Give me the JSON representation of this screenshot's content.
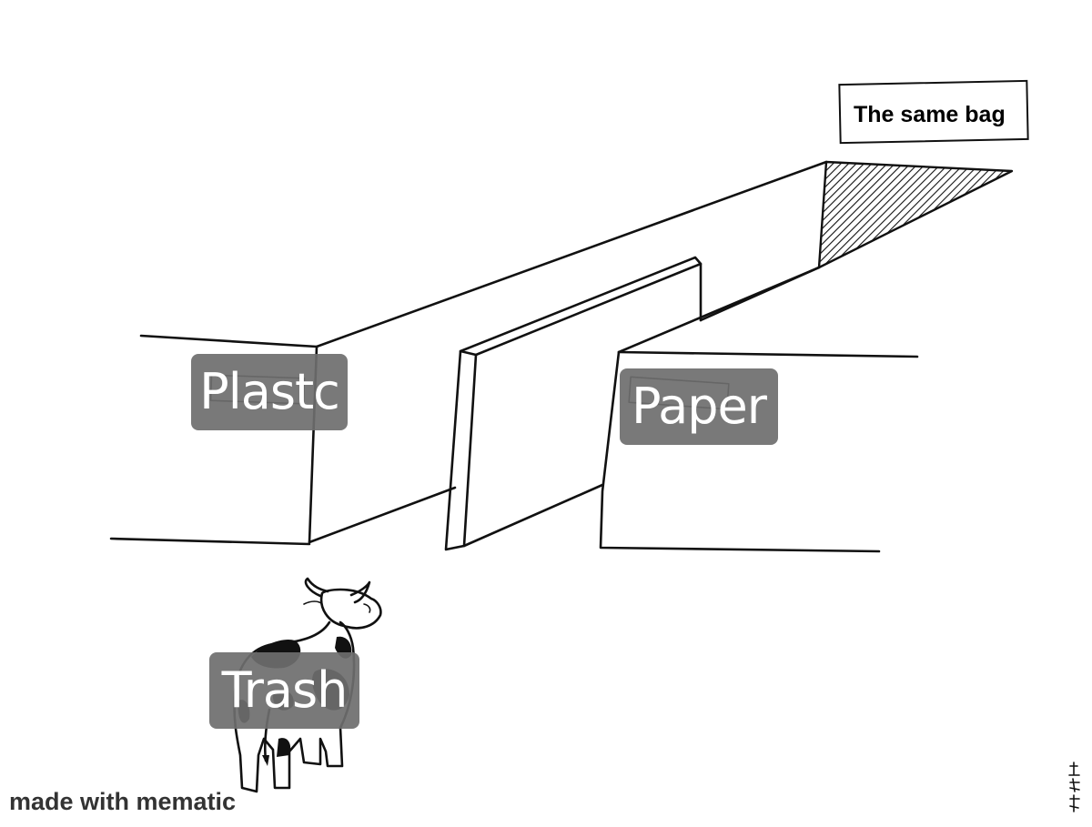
{
  "meme": {
    "sign_text": "The same bag",
    "left_label": "Plastc",
    "right_label": "Paper",
    "cow_label": "Trash",
    "watermark": "made with mematic"
  },
  "colors": {
    "background": "#ffffff",
    "ink": "#111111",
    "caption_bg": "#6e6e6e",
    "caption_text": "#ffffff"
  },
  "icons": [
    "cow-icon",
    "artist-seal-icon"
  ]
}
